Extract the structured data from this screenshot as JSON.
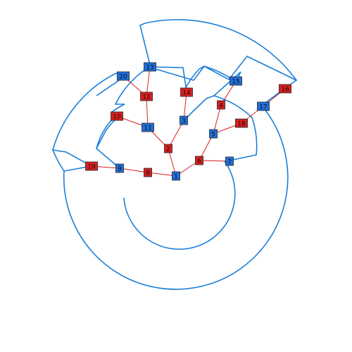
{
  "colors": {
    "background": "#ffffff",
    "blue_node": "#1f6fd9",
    "red_node": "#d91f1f",
    "tree_edge": "#d91f1f",
    "arc": "#1a7fd9",
    "node_border": "#222222"
  },
  "nodes": [
    {
      "id": "1",
      "label": "1",
      "color": "blue"
    },
    {
      "id": "2",
      "label": "2",
      "color": "red"
    },
    {
      "id": "3",
      "label": "3",
      "color": "blue"
    },
    {
      "id": "4",
      "label": "4",
      "color": "red"
    },
    {
      "id": "5",
      "label": "5",
      "color": "blue"
    },
    {
      "id": "6",
      "label": "6",
      "color": "red"
    },
    {
      "id": "7",
      "label": "7",
      "color": "blue"
    },
    {
      "id": "8",
      "label": "8",
      "color": "red"
    },
    {
      "id": "9",
      "label": "9",
      "color": "blue"
    },
    {
      "id": "10",
      "label": "10",
      "color": "red"
    },
    {
      "id": "11",
      "label": "11",
      "color": "blue"
    },
    {
      "id": "12",
      "label": "12",
      "color": "red"
    },
    {
      "id": "13",
      "label": "13",
      "color": "blue"
    },
    {
      "id": "14",
      "label": "14",
      "color": "red"
    },
    {
      "id": "15",
      "label": "15",
      "color": "blue"
    },
    {
      "id": "16",
      "label": "16",
      "color": "red"
    },
    {
      "id": "17",
      "label": "17",
      "color": "blue"
    },
    {
      "id": "18",
      "label": "18",
      "color": "red"
    },
    {
      "id": "19",
      "label": "19",
      "color": "red"
    },
    {
      "id": "20",
      "label": "20",
      "color": "blue"
    }
  ],
  "tree_edges": [
    [
      "1",
      "2"
    ],
    [
      "1",
      "6"
    ],
    [
      "1",
      "8"
    ],
    [
      "2",
      "3"
    ],
    [
      "2",
      "11"
    ],
    [
      "3",
      "14"
    ],
    [
      "6",
      "5"
    ],
    [
      "6",
      "7"
    ],
    [
      "5",
      "4"
    ],
    [
      "5",
      "18"
    ],
    [
      "4",
      "15"
    ],
    [
      "18",
      "17"
    ],
    [
      "17",
      "16"
    ],
    [
      "8",
      "9"
    ],
    [
      "9",
      "19"
    ],
    [
      "11",
      "10"
    ],
    [
      "11",
      "12"
    ],
    [
      "12",
      "13"
    ],
    [
      "12",
      "20"
    ]
  ]
}
